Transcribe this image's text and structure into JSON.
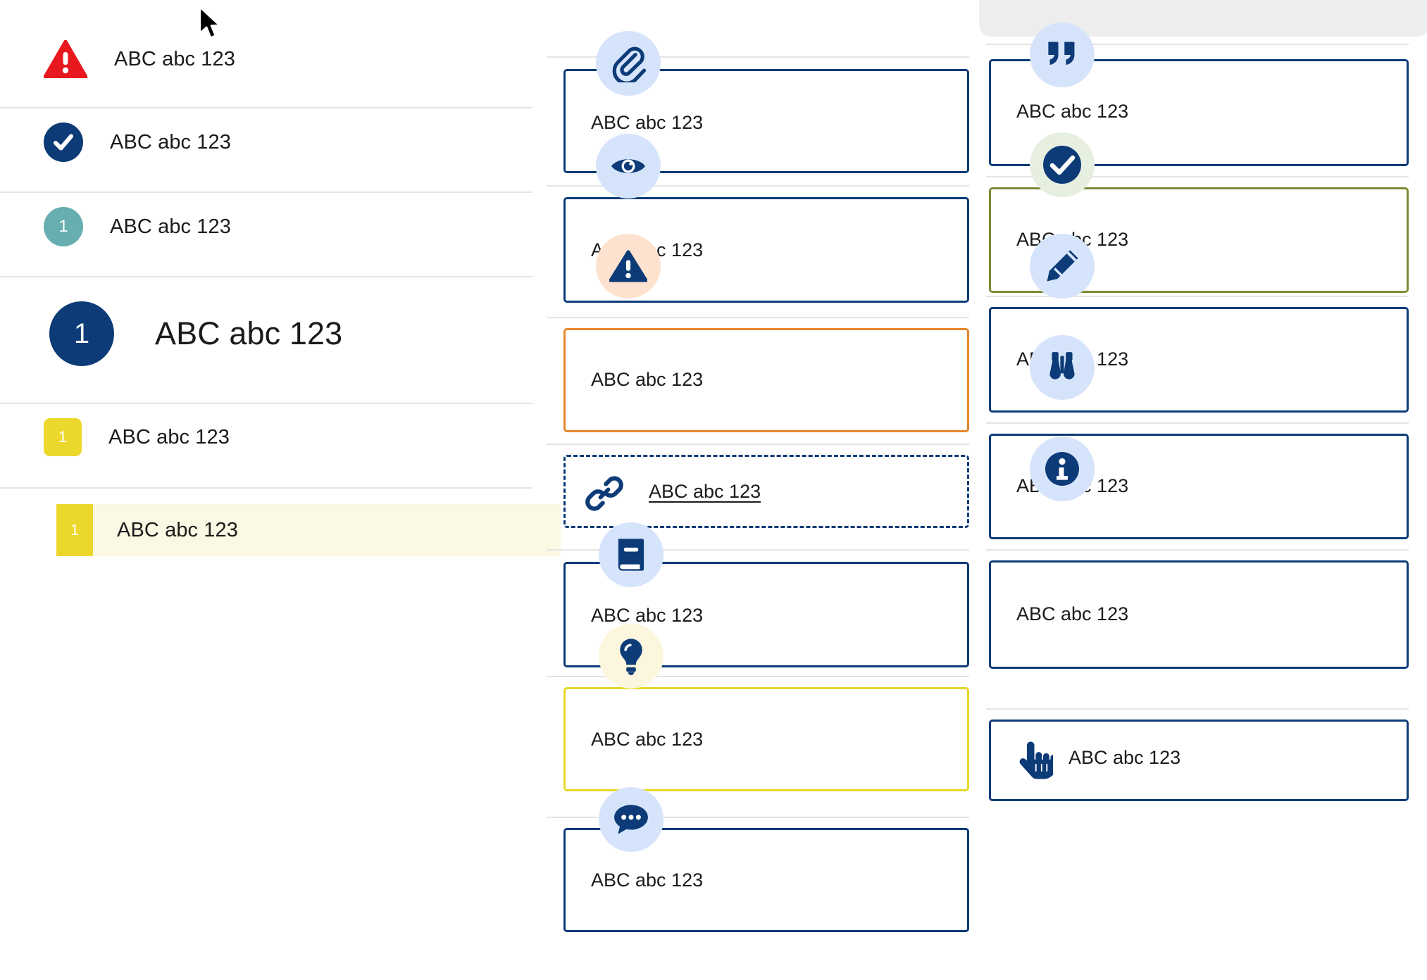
{
  "colors": {
    "navy": "#0c3b77",
    "danger_red": "#e8191e",
    "warning_orange": "#e8862c",
    "success_olive": "#7b8b36",
    "accent_yellow": "#e6d829",
    "teal": "#66aeb0",
    "icon_bg_blue": "#d6e4fb",
    "icon_bg_peach": "#fde3cf",
    "icon_bg_mint": "#e7efe0",
    "icon_bg_cream": "#fbf6dd",
    "highlight_bg": "#fbf8e3",
    "divider": "#e4e4e4",
    "strip_grey": "#ededed"
  },
  "sample_text": "ABC abc 123",
  "left_column": {
    "rows": [
      {
        "id": "danger",
        "marker": "warning-triangle-icon",
        "marker_value": "",
        "label": "ABC abc 123"
      },
      {
        "id": "success",
        "marker": "check-circle-icon",
        "marker_value": "",
        "label": "ABC abc 123"
      },
      {
        "id": "teal-step",
        "marker": "step-circle-teal",
        "marker_value": "1",
        "label": "ABC abc 123"
      },
      {
        "id": "navy-step-big",
        "marker": "step-circle-navy-large",
        "marker_value": "1",
        "label": "ABC abc 123"
      },
      {
        "id": "yellow-step",
        "marker": "step-square-yellow",
        "marker_value": "1",
        "label": "ABC abc 123"
      },
      {
        "id": "yellow-active",
        "marker": "step-tab-yellow",
        "marker_value": "1",
        "label": "ABC abc 123"
      }
    ]
  },
  "middle_column": {
    "cards": [
      {
        "id": "attachment",
        "icon": "paperclip-icon",
        "variant": "navy",
        "badge": "blue",
        "label": "ABC abc 123",
        "underlined": false
      },
      {
        "id": "preview",
        "icon": "eye-icon",
        "variant": "navy",
        "badge": "blue",
        "label": "ABC abc 123",
        "underlined": false
      },
      {
        "id": "warning",
        "icon": "warning-icon",
        "variant": "orange",
        "badge": "peach",
        "label": "ABC abc 123",
        "underlined": false
      },
      {
        "id": "link",
        "icon": "link-icon",
        "variant": "dashed",
        "badge": "none",
        "label": "ABC abc 123",
        "underlined": true
      },
      {
        "id": "reference",
        "icon": "book-icon",
        "variant": "navy",
        "badge": "blue",
        "label": "ABC abc 123",
        "underlined": false
      },
      {
        "id": "tip",
        "icon": "lightbulb-icon",
        "variant": "yellow",
        "badge": "cream",
        "label": "ABC abc 123",
        "underlined": false
      },
      {
        "id": "comment",
        "icon": "comment-dots-icon",
        "variant": "navy",
        "badge": "blue",
        "label": "ABC abc 123",
        "underlined": false
      }
    ]
  },
  "right_column": {
    "cards": [
      {
        "id": "quote",
        "icon": "quote-icon",
        "variant": "navy",
        "badge": "blue",
        "label": "ABC abc 123",
        "underlined": false
      },
      {
        "id": "confirmed",
        "icon": "check-icon",
        "variant": "olive",
        "badge": "mint",
        "label": "ABC abc 123",
        "underlined": false
      },
      {
        "id": "edit",
        "icon": "pencil-icon",
        "variant": "navy",
        "badge": "blue",
        "label": "ABC abc 123",
        "underlined": false
      },
      {
        "id": "observe",
        "icon": "binoculars-icon",
        "variant": "navy",
        "badge": "blue",
        "label": "ABC abc 123",
        "underlined": false
      },
      {
        "id": "info",
        "icon": "info-icon",
        "variant": "navy",
        "badge": "blue",
        "label": "ABC abc 123",
        "underlined": false
      },
      {
        "id": "action",
        "icon": "pointing-hand-icon",
        "variant": "navy",
        "badge": "none",
        "label": "ABC abc 123",
        "underlined": false
      }
    ]
  },
  "pointer": {
    "icon": "mouse-cursor-icon"
  }
}
